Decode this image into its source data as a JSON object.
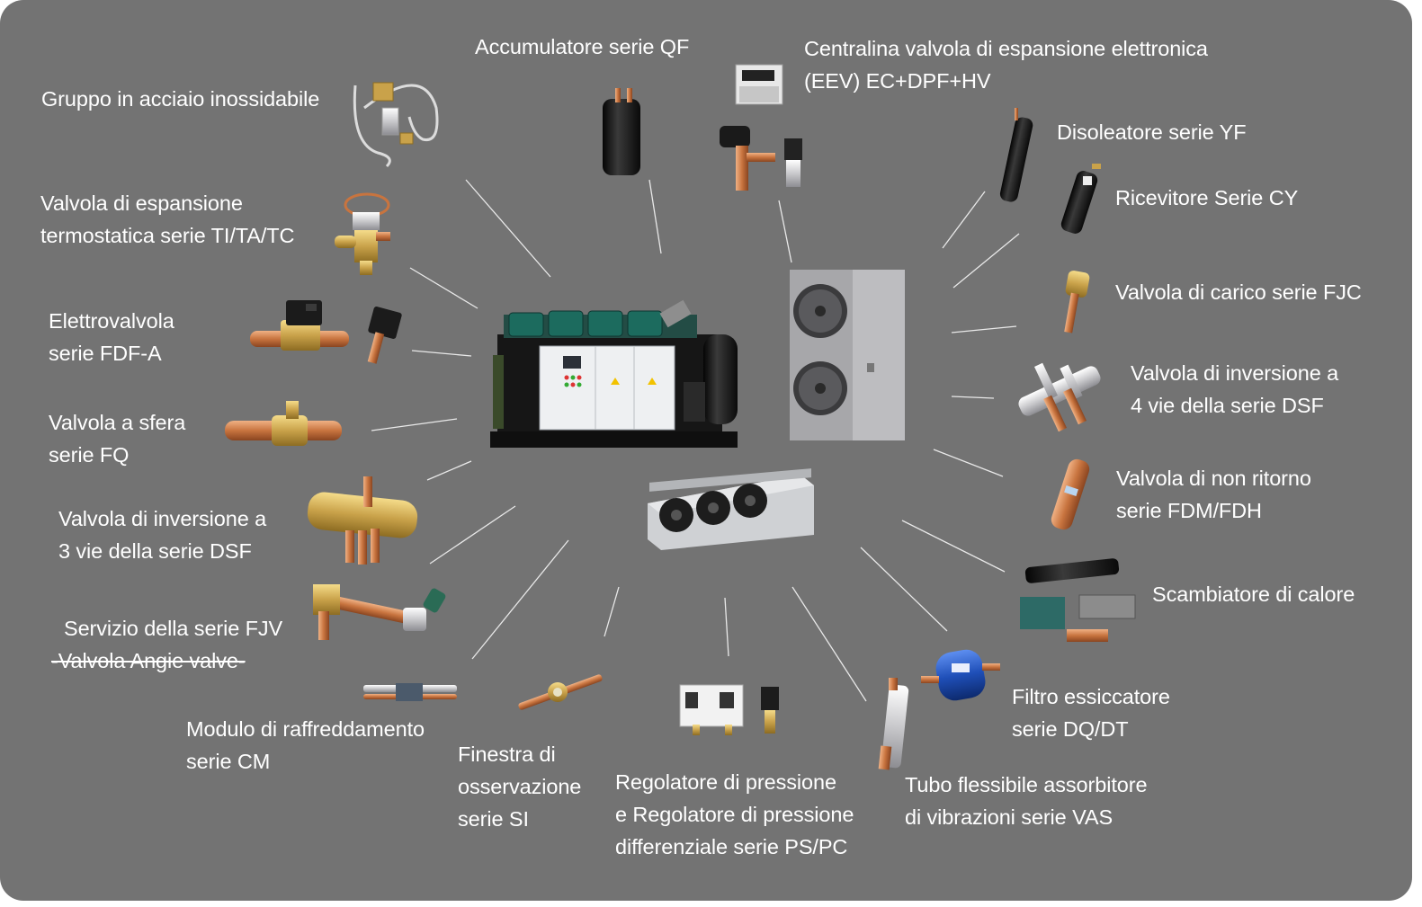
{
  "labels": {
    "gruppo": "Gruppo in acciaio inossidabile",
    "accumulatore": "Accumulatore serie QF",
    "centralina_1": "Centralina valvola di espansione elettronica",
    "centralina_2": "(EEV) EC+DPF+HV",
    "disoleatore": "Disoleatore serie YF",
    "ricevitore": "Ricevitore Serie CY",
    "termostatica_1": "Valvola di espansione",
    "termostatica_2": "termostatica serie TI/TA/TC",
    "carico": "Valvola di carico serie FJC",
    "elettrovalvola_1": "Elettrovalvola",
    "elettrovalvola_2": "serie FDF-A",
    "inversione4_1": "Valvola di inversione a",
    "inversione4_2": "4 vie della serie DSF",
    "sfera_1": "Valvola a sfera",
    "sfera_2": "serie FQ",
    "nonritorno_1": "Valvola di non ritorno",
    "nonritorno_2": "serie FDM/FDH",
    "inversione3_1": "Valvola di inversione a",
    "inversione3_2": "3 vie della serie DSF",
    "scambiatore": "Scambiatore di calore",
    "servizio_1": "Servizio della serie FJV",
    "servizio_2": "-Valvola Angie valve-",
    "filtro_1": "Filtro essiccatore",
    "filtro_2": "serie DQ/DT",
    "raffreddamento_1": "Modulo di raffreddamento",
    "raffreddamento_2": "serie CM",
    "finestra_1": "Finestra di",
    "finestra_2": "osservazione",
    "finestra_3": "serie SI",
    "regolatore_1": "Regolatore di pressione",
    "regolatore_2": "e Regolatore di pressione",
    "regolatore_3": "differenziale serie PS/PC",
    "tubo_1": "Tubo flessibile assorbitore",
    "tubo_2": "di vibrazioni serie VAS"
  },
  "colors": {
    "background": "#737373",
    "text": "#ffffff",
    "leader_lines": "#e9e9e9",
    "copper": "#c8743f",
    "brass": "#c9a24a",
    "black_part": "#1b1b1b",
    "filter_blue": "#1f4fb8"
  }
}
